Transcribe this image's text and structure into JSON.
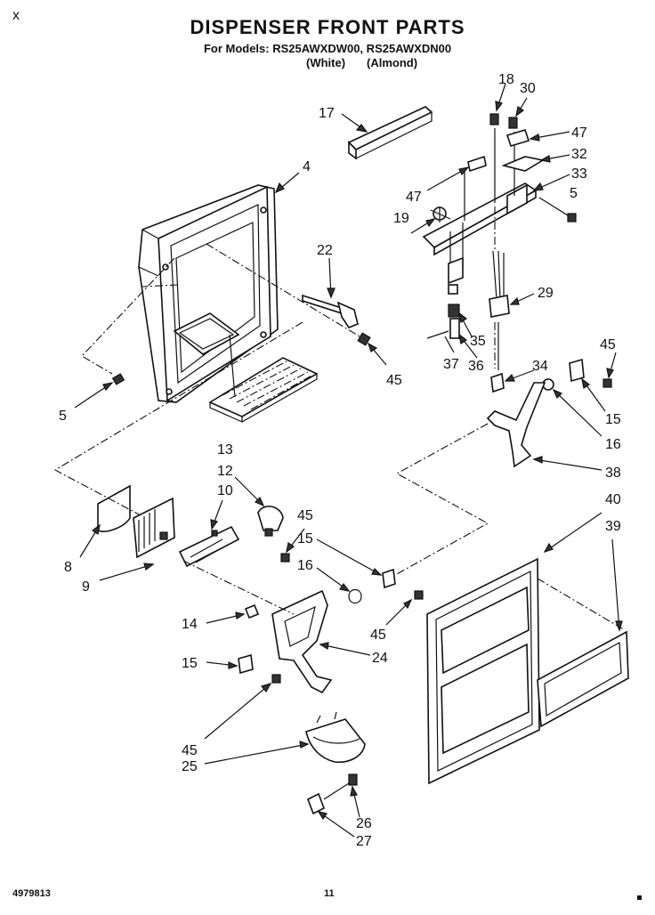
{
  "header": {
    "title": "DISPENSER FRONT PARTS",
    "subtitle": "For Models: RS25AWXDW00, RS25AWXDN00",
    "variant_1": "(White)",
    "variant_2": "(Almond)"
  },
  "footer": {
    "document_number": "4979813",
    "page_number": "11"
  },
  "parts": {
    "p17": "17",
    "p4": "4",
    "p22": "22",
    "p5a": "5",
    "p45a": "45",
    "p13": "13",
    "p18": "18",
    "p30": "30",
    "p47a": "47",
    "p32": "32",
    "p33": "33",
    "p47b": "47",
    "p5b": "5",
    "p19": "19",
    "p29": "29",
    "p35": "35",
    "p37": "37",
    "p36": "36",
    "p45b": "45",
    "p34": "34",
    "p15a": "15",
    "p16a": "16",
    "p38": "38",
    "p12": "12",
    "p10": "10",
    "p45c": "45",
    "p15b": "15",
    "p16b": "16",
    "p8": "8",
    "p9": "9",
    "p14": "14",
    "p45d": "45",
    "p24": "24",
    "p15c": "15",
    "p40": "40",
    "p39": "39",
    "p45e": "45",
    "p25": "25",
    "p26": "26",
    "p27": "27"
  }
}
